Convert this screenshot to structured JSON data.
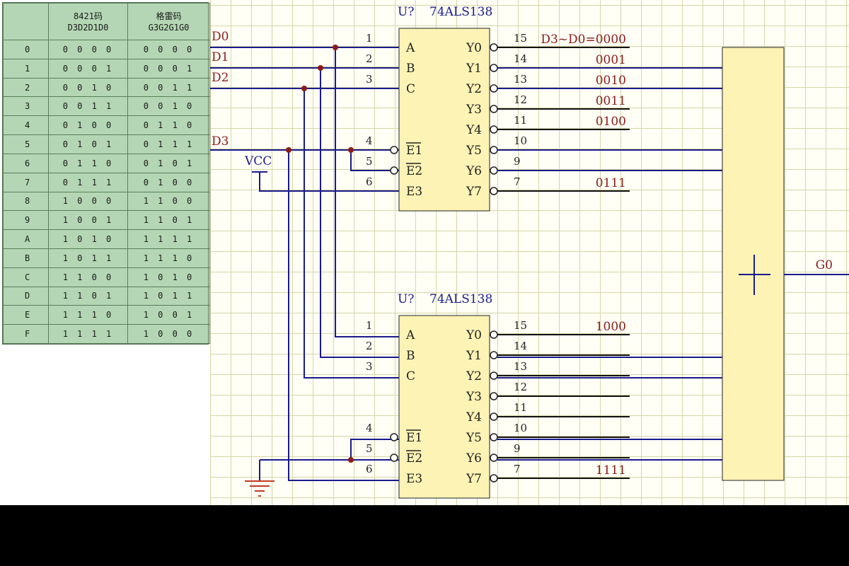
{
  "table": {
    "header": {
      "col_index": "",
      "bcd_title": "8421码",
      "bcd_bits": "D3D2D1D0",
      "gray_title": "格雷码",
      "gray_bits": "G3G2G1G0"
    },
    "rows": [
      {
        "idx": "0",
        "bcd": "0 0 0 0",
        "gray": "0 0 0 0"
      },
      {
        "idx": "1",
        "bcd": "0 0 0 1",
        "gray": "0 0 0 1"
      },
      {
        "idx": "2",
        "bcd": "0 0 1 0",
        "gray": "0 0 1 1"
      },
      {
        "idx": "3",
        "bcd": "0 0 1 1",
        "gray": "0 0 1 0"
      },
      {
        "idx": "4",
        "bcd": "0 1 0 0",
        "gray": "0 1 1 0"
      },
      {
        "idx": "5",
        "bcd": "0 1 0 1",
        "gray": "0 1 1 1"
      },
      {
        "idx": "6",
        "bcd": "0 1 1 0",
        "gray": "0 1 0 1"
      },
      {
        "idx": "7",
        "bcd": "0 1 1 1",
        "gray": "0 1 0 0"
      },
      {
        "idx": "8",
        "bcd": "1 0 0 0",
        "gray": "1 1 0 0"
      },
      {
        "idx": "9",
        "bcd": "1 0 0 1",
        "gray": "1 1 0 1"
      },
      {
        "idx": "A",
        "bcd": "1 0 1 0",
        "gray": "1 1 1 1"
      },
      {
        "idx": "B",
        "bcd": "1 0 1 1",
        "gray": "1 1 1 0"
      },
      {
        "idx": "C",
        "bcd": "1 1 0 0",
        "gray": "1 0 1 0"
      },
      {
        "idx": "D",
        "bcd": "1 1 0 1",
        "gray": "1 0 1 1"
      },
      {
        "idx": "E",
        "bcd": "1 1 1 0",
        "gray": "1 0 0 1"
      },
      {
        "idx": "F",
        "bcd": "1 1 1 1",
        "gray": "1 0 0 0"
      }
    ]
  },
  "schematic": {
    "colors": {
      "grid": "#d6d6a8",
      "background": "#fffff6",
      "wire": "#1a1a8c",
      "junction": "#8b1a1a",
      "net_label": "#8b1a1a",
      "chip_fill": "#fdf3b5",
      "chip_stroke": "#222222",
      "text": "#222222",
      "part_label": "#1a1a8c"
    },
    "inputs": {
      "d0": "D0",
      "d1": "D1",
      "d2": "D2",
      "d3": "D3"
    },
    "vcc": "VCC",
    "chips": [
      {
        "ref": "U?",
        "part": "74ALS138",
        "in_pins": [
          {
            "num": "1",
            "name": "A"
          },
          {
            "num": "2",
            "name": "B"
          },
          {
            "num": "3",
            "name": "C"
          },
          {
            "num": "4",
            "name": "E1"
          },
          {
            "num": "5",
            "name": "E2"
          },
          {
            "num": "6",
            "name": "E3"
          }
        ],
        "out_pins": [
          {
            "name": "Y0",
            "num": "15"
          },
          {
            "name": "Y1",
            "num": "14"
          },
          {
            "name": "Y2",
            "num": "13"
          },
          {
            "name": "Y3",
            "num": "12"
          },
          {
            "name": "Y4",
            "num": "11"
          },
          {
            "name": "Y5",
            "num": "10"
          },
          {
            "name": "Y6",
            "num": "9"
          },
          {
            "name": "Y7",
            "num": "7"
          }
        ],
        "out_labels": [
          "D3~D0=0000",
          "0001",
          "0010",
          "0011",
          "0100",
          "",
          "",
          "0111"
        ]
      },
      {
        "ref": "U?",
        "part": "74ALS138",
        "in_pins": [
          {
            "num": "1",
            "name": "A"
          },
          {
            "num": "2",
            "name": "B"
          },
          {
            "num": "3",
            "name": "C"
          },
          {
            "num": "4",
            "name": "E1"
          },
          {
            "num": "5",
            "name": "E2"
          },
          {
            "num": "6",
            "name": "E3"
          }
        ],
        "out_pins": [
          {
            "name": "Y0",
            "num": "15"
          },
          {
            "name": "Y1",
            "num": "14"
          },
          {
            "name": "Y2",
            "num": "13"
          },
          {
            "name": "Y3",
            "num": "12"
          },
          {
            "name": "Y4",
            "num": "11"
          },
          {
            "name": "Y5",
            "num": "10"
          },
          {
            "name": "Y6",
            "num": "9"
          },
          {
            "name": "Y7",
            "num": "7"
          }
        ],
        "out_labels": [
          "1000",
          "",
          "",
          "",
          "",
          "",
          "",
          "1111"
        ]
      }
    ],
    "or_gate": {
      "symbol": "+",
      "output": "G0"
    }
  }
}
